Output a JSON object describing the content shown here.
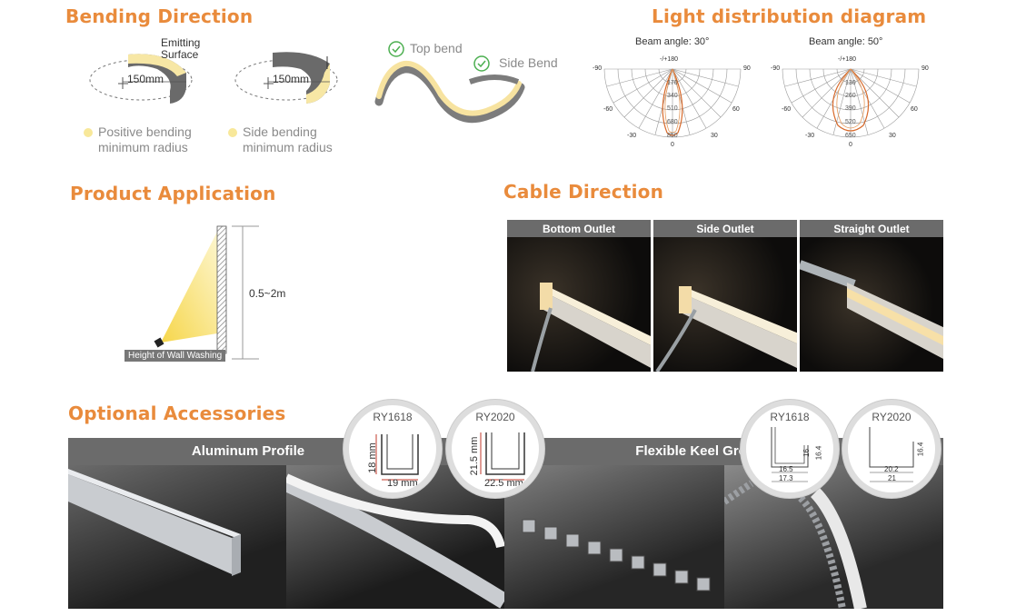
{
  "bending": {
    "title": "Bending Direction",
    "emitting_label": "Emitting\nSurface",
    "radius_1": "150mm",
    "radius_2": "150mm",
    "legend_1_line1": "Positive bending",
    "legend_1_line2": "minimum radius",
    "legend_2_line1": "Side bending",
    "legend_2_line2": "minimum radius",
    "top_bend": "Top bend",
    "side_bend": "Side Bend"
  },
  "light": {
    "title": "Light distribution diagram",
    "beam_1": "Beam angle: 30°",
    "beam_2": "Beam angle: 50°",
    "top_tick": "-/+180",
    "left_90": "-90",
    "right_90": "90",
    "left_60": "-60",
    "right_60": "60",
    "left_30": "-30",
    "right_30": "30",
    "bottom_0": "0",
    "d1_r1": "170",
    "d1_r2": "340",
    "d1_r3": "510",
    "d1_r4": "680",
    "d1_r5": "850",
    "d2_r1": "130",
    "d2_r2": "260",
    "d2_r3": "390",
    "d2_r4": "520",
    "d2_r5": "650"
  },
  "application": {
    "title": "Product Application",
    "height_range": "0.5~2m",
    "caption": "Height of Wall Washing"
  },
  "cable": {
    "title": "Cable Direction",
    "heads": [
      "Bottom Outlet",
      "Side Outlet",
      "Straight Outlet"
    ]
  },
  "accessories": {
    "title": "Optional Accessories",
    "aluminum_label": "Aluminum Profile",
    "keel_label": "Flexible Keel  Groove",
    "c1_model": "RY1618",
    "c1_h": "18 mm",
    "c1_w": "19 mm",
    "c2_model": "RY2020",
    "c2_h": "21.5 mm",
    "c2_w": "22.5 mm",
    "c3_model": "RY1618",
    "c3_h1": "16",
    "c3_h2": "16.4",
    "c3_w1": "16.5",
    "c3_w2": "17.3",
    "c4_model": "RY2020",
    "c4_h": "16.4",
    "c4_w1": "20.2",
    "c4_w2": "21"
  },
  "colors": {
    "accent": "#e98b3c",
    "bar": "#6b6b6b",
    "glow": "#f8e89a"
  }
}
